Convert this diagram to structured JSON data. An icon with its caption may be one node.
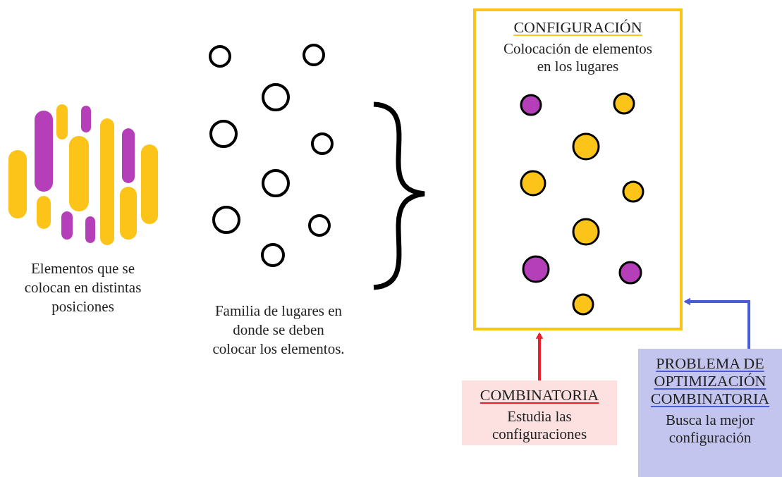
{
  "diagram": {
    "nodes": [
      {
        "text": [
          "CONFIGURACIÓN",
          "Colocación de elementos en los lugares"
        ]
      },
      {
        "text": [
          "COMBINATORIA",
          "Estudia las configuraciones"
        ]
      },
      {
        "text": [
          "PROBLEMA DE OPTIMIZACIÓN COMBINATORIA",
          "Busca la mejor configuración"
        ]
      }
    ],
    "edges": [
      {
        "from": 1,
        "to": 0,
        "arrow": "to",
        "color": "#e8202a"
      },
      {
        "from": 2,
        "to": 0,
        "arrow": "to",
        "color": "#4a5bd6"
      }
    ],
    "labels": [
      "Elementos que se colocan en distintas posiciones",
      "Familia de lugares en donde se deben colocar los elementos."
    ]
  }
}
